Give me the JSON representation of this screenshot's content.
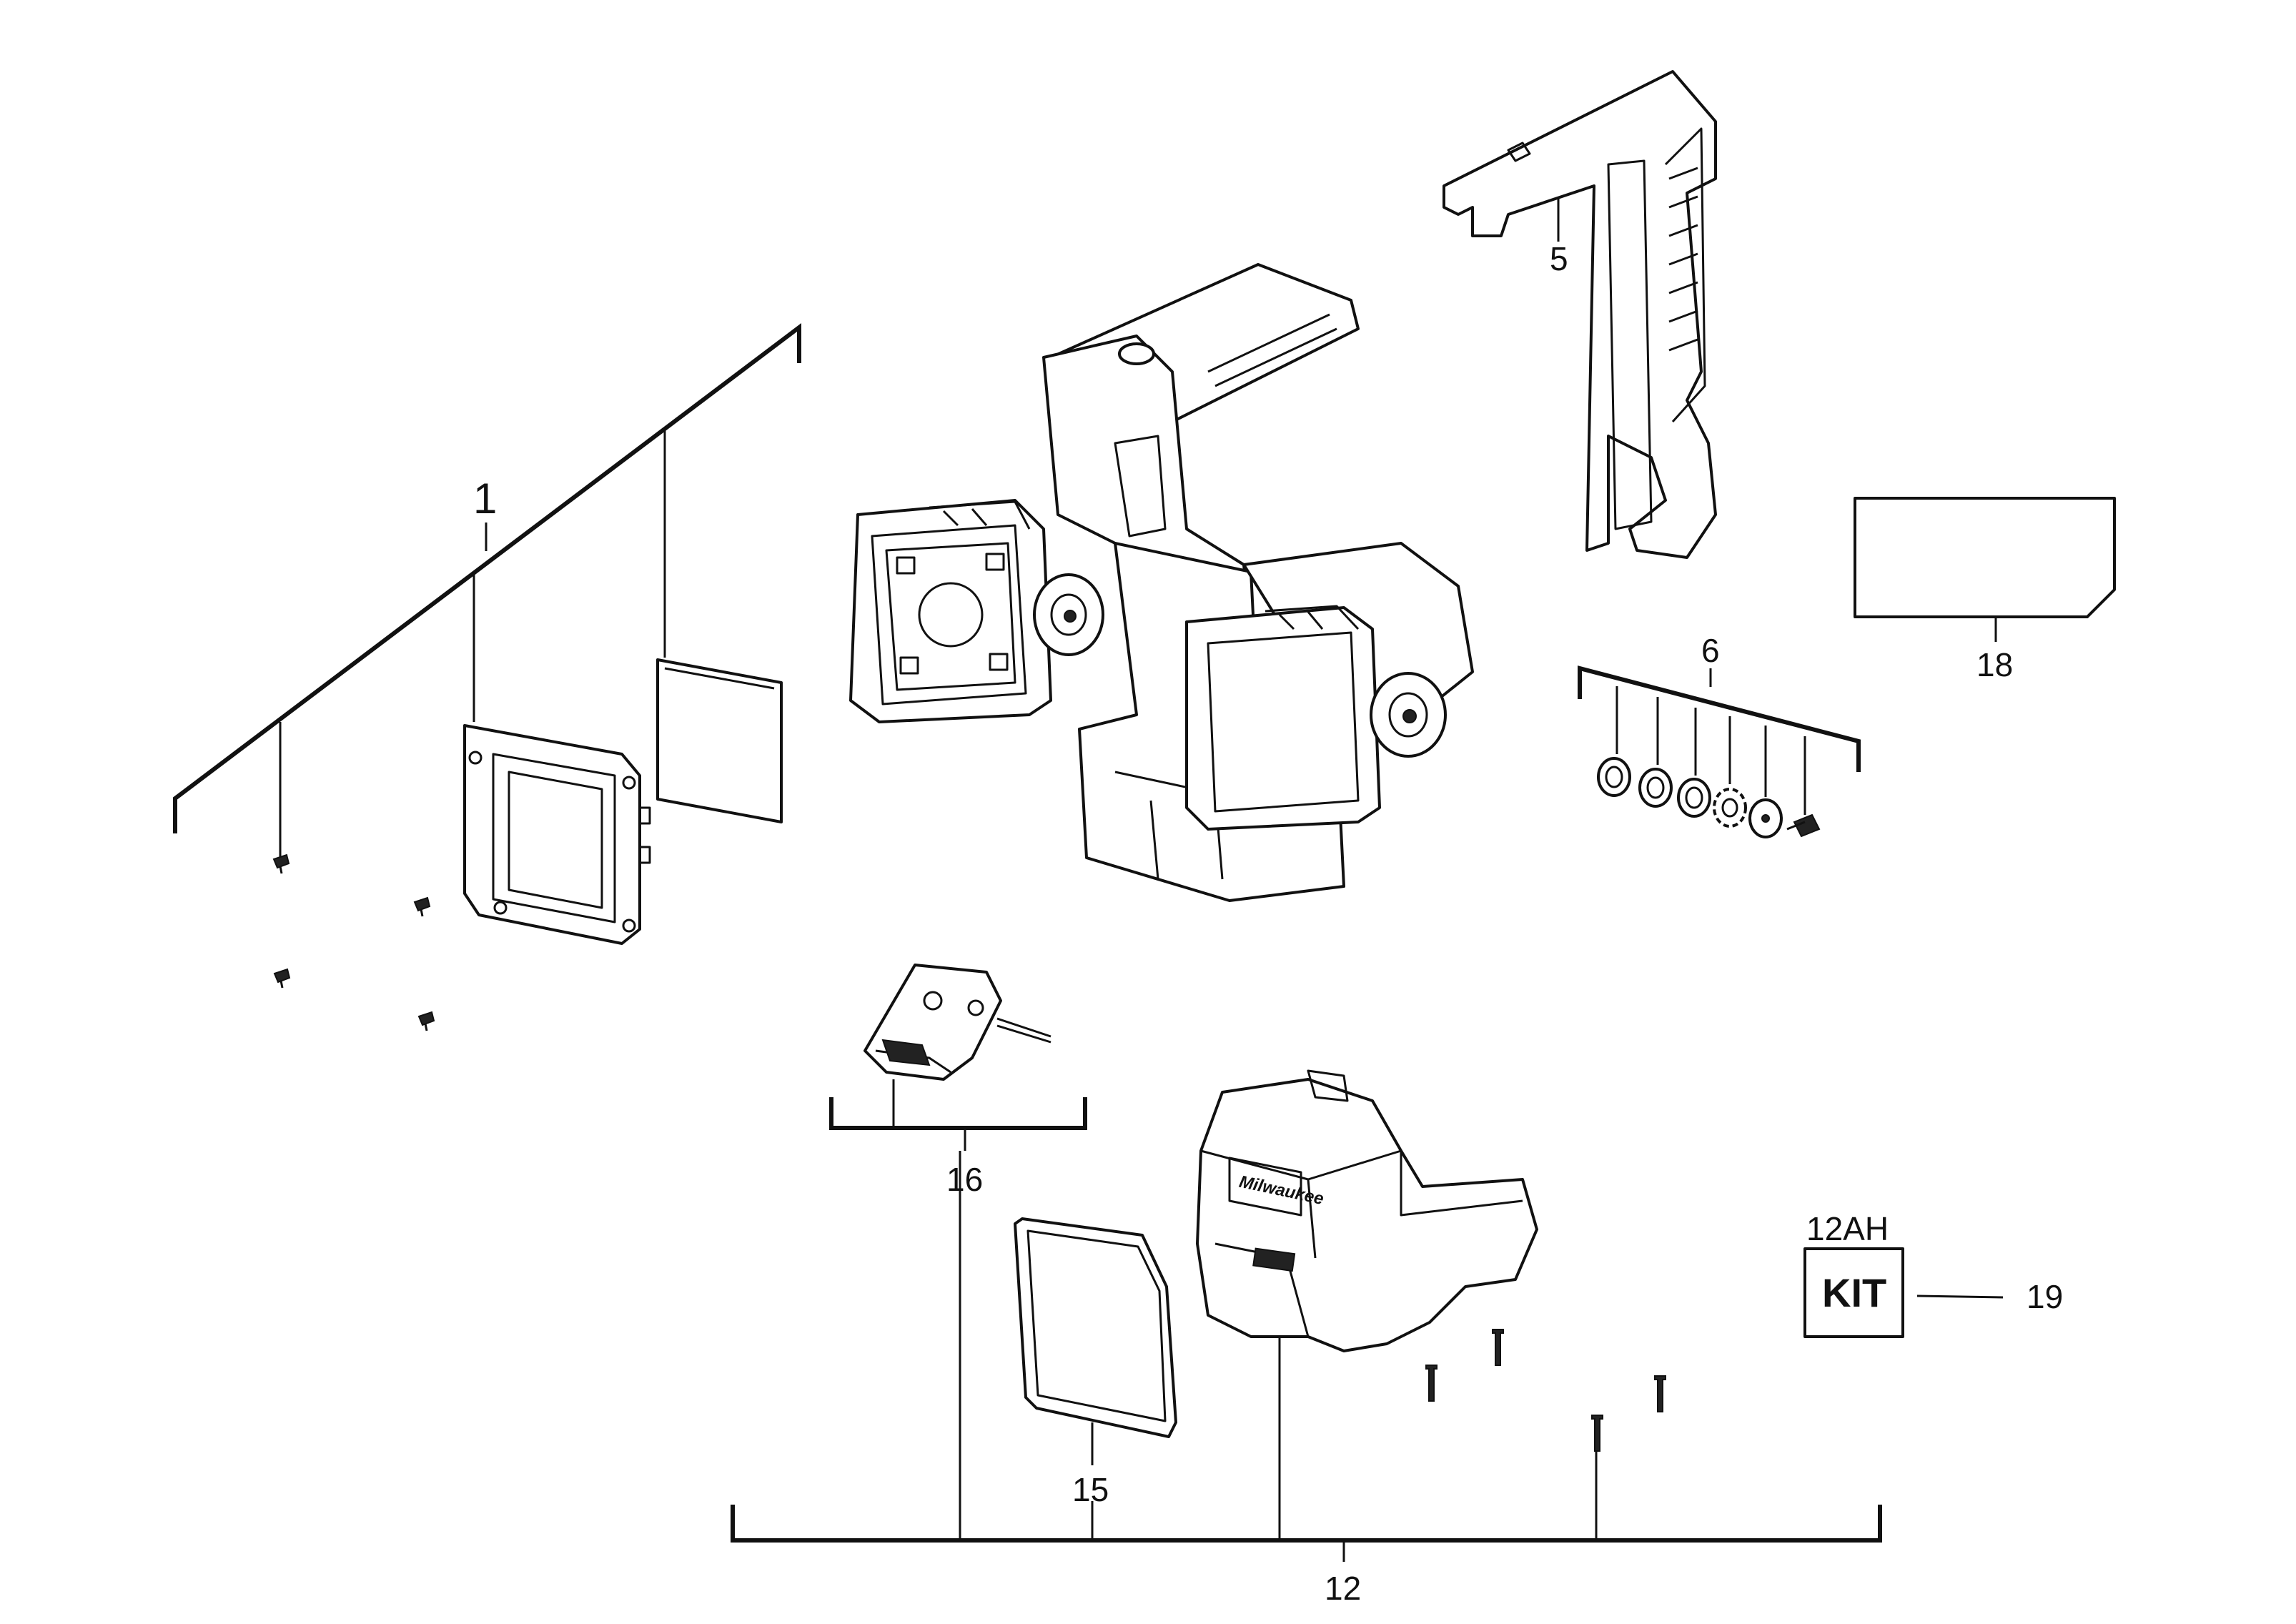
{
  "callouts": {
    "c1": "1",
    "c5": "5",
    "c6": "6",
    "c12": "12",
    "c15": "15",
    "c16": "16",
    "c18": "18",
    "c19": "19"
  },
  "kit": {
    "capacity": "12AH",
    "label": "KIT"
  }
}
